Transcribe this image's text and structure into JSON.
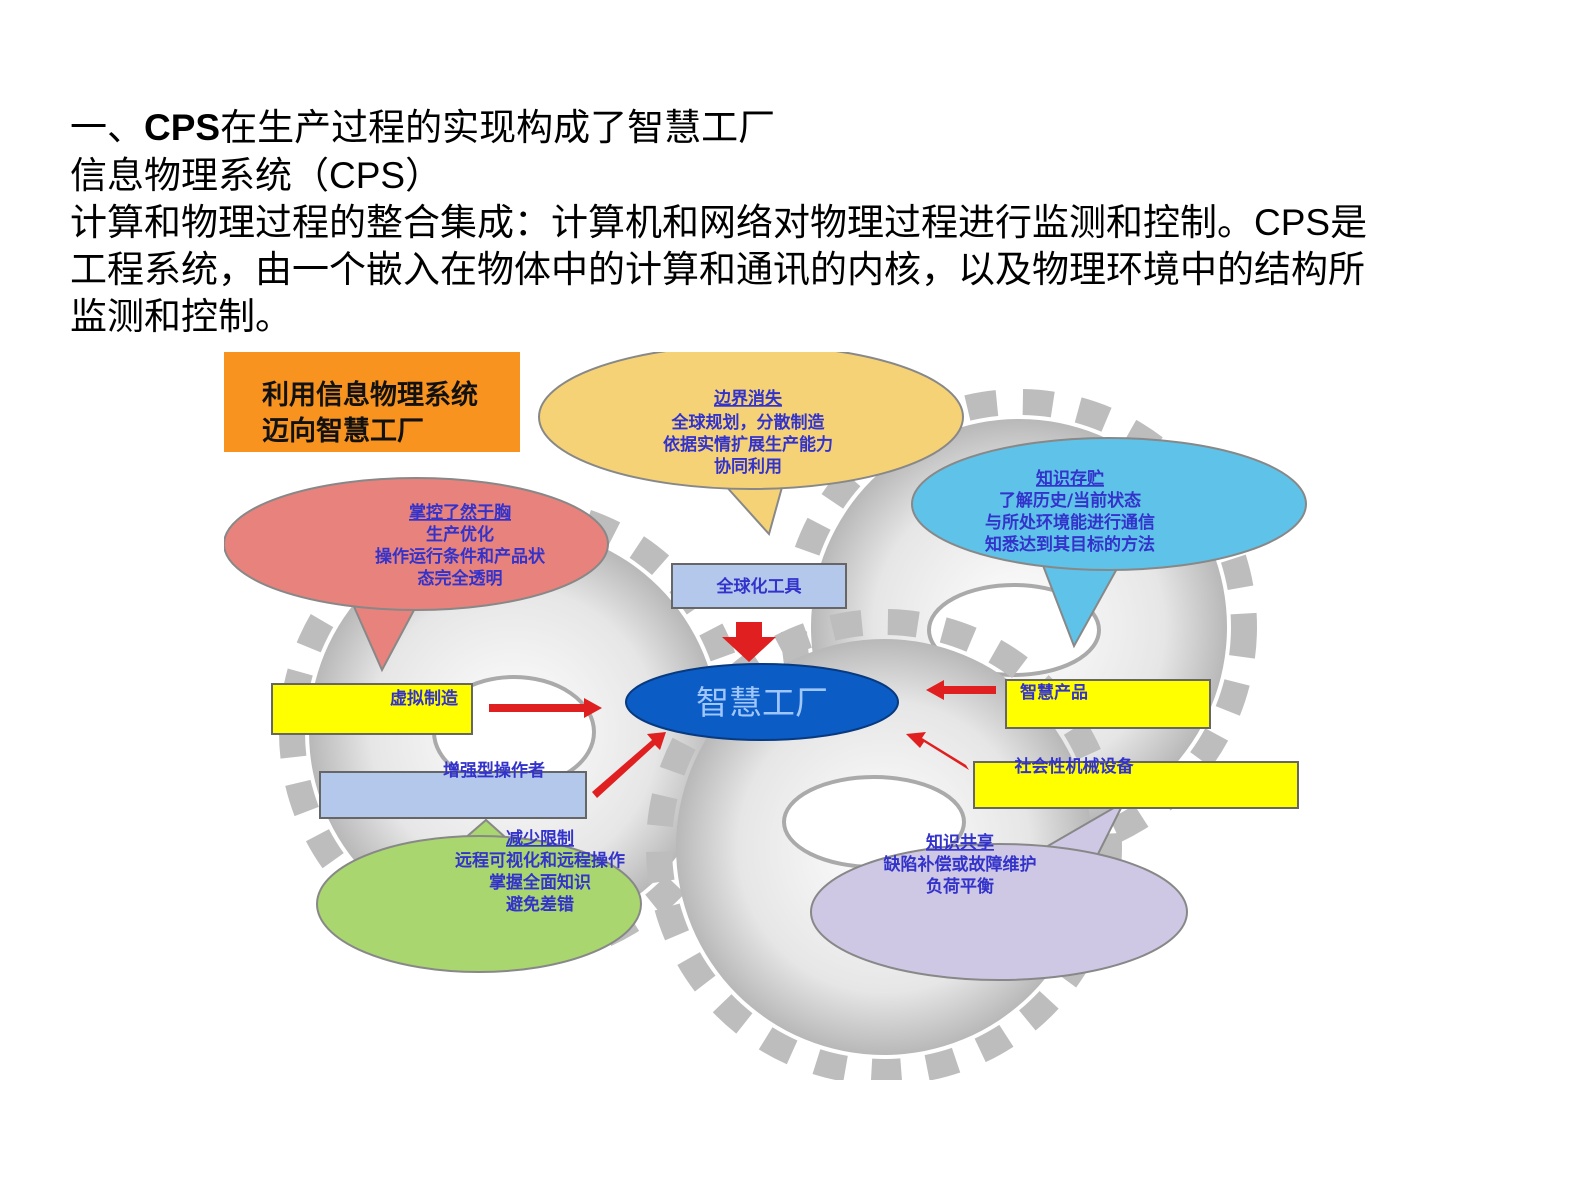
{
  "heading": {
    "prefix": "一、",
    "bold": "CPS",
    "rest": "在生产过程的实现构成了智慧工厂"
  },
  "paragraph": {
    "line1": "信息物理系统（CPS）",
    "line2": "计算和物理过程的整合集成：计算机和网络对物理过程进行监测和控制。CPS是",
    "line3": "工程系统，由一个嵌入在物体中的计算和通讯的内核，以及物理环境中的结构所",
    "line4": "监测和控制。"
  },
  "diagram": {
    "banner": {
      "line1": "利用信息物理系统",
      "line2": "迈向智慧工厂"
    },
    "center": "智慧工厂",
    "bubbles": {
      "top": {
        "title": "边界消失",
        "lines": [
          "全球规划，分散制造",
          "依据实情扩展生产能力",
          "协同利用"
        ]
      },
      "left": {
        "title": "掌控了然于胸",
        "lines": [
          "生产优化",
          "操作运行条件和产品状",
          "态完全透明"
        ]
      },
      "right": {
        "title": "知识存贮",
        "lines": [
          "了解历史/当前状态",
          "与所处环境能进行通信",
          "知悉达到其目标的方法"
        ]
      },
      "bottom_left": {
        "title": "减少限制",
        "lines": [
          "远程可视化和远程操作",
          "掌握全面知识",
          "避免差错"
        ]
      },
      "bottom_right": {
        "title": "知识共享",
        "lines": [
          "缺陷补偿或故障维护",
          "负荷平衡"
        ]
      }
    },
    "boxes": {
      "global_tool": "全球化工具",
      "virtual_manufacturing": "虚拟制造",
      "smart_product": "智慧产品",
      "augmented_operator": "增强型操作者",
      "social_device": "社会性机械设备"
    },
    "colors": {
      "banner": "#f7931e",
      "center": "#0b5cc4",
      "top_bubble": "#f6d277",
      "left_bubble": "#e8827c",
      "right_bubble": "#5fc2e8",
      "bottom_left_bubble": "#a9d66e",
      "bottom_right_bubble": "#cfc8e4",
      "yellow_box": "#ffff00",
      "blue_box": "#b4c8ec",
      "arrow": "#e02020",
      "gear": "#d9d9d9"
    }
  }
}
